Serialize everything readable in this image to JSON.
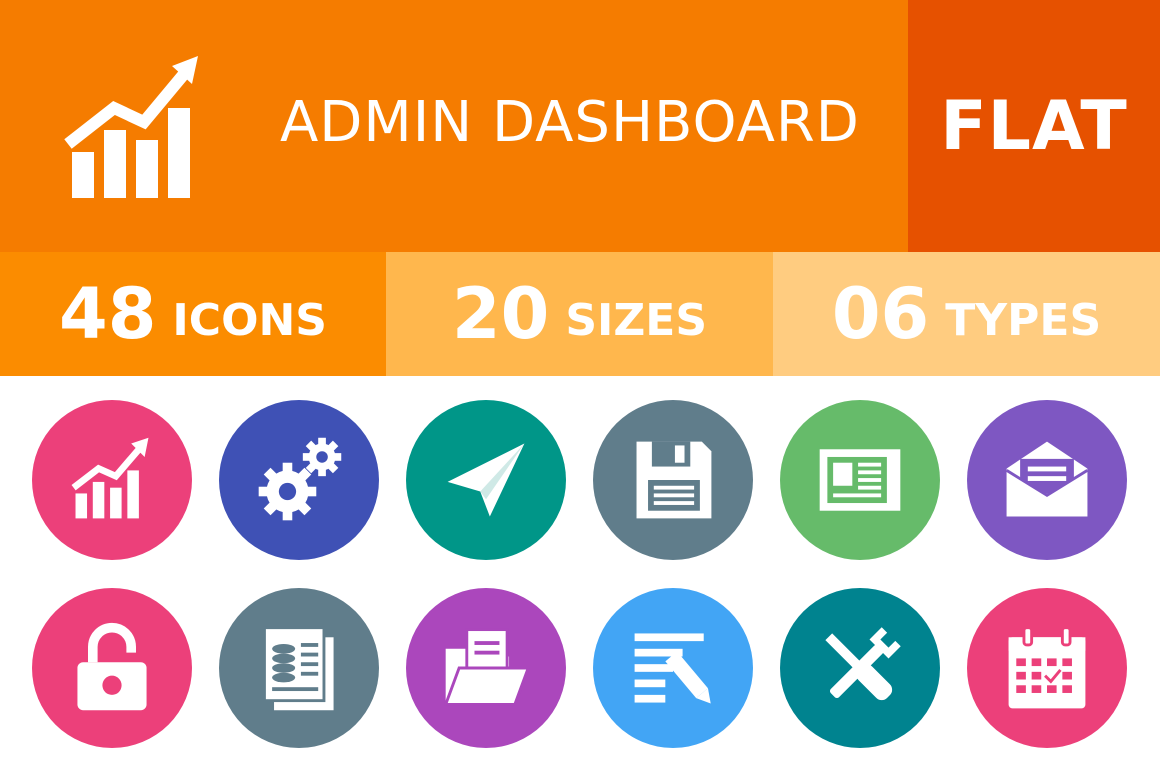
{
  "header": {
    "title": "ADMIN DASHBOARD",
    "style_label": "FLAT"
  },
  "stats": [
    {
      "number": "48",
      "label": "ICONS"
    },
    {
      "number": "20",
      "label": "SIZES"
    },
    {
      "number": "06",
      "label": "TYPES"
    }
  ],
  "colors": {
    "header_bg": "#f57c00",
    "flat_bg": "#e65100",
    "stat1_bg": "#fb8c00",
    "stat2_bg": "#ffb74d",
    "stat3_bg": "#ffcc80"
  },
  "icons": [
    {
      "name": "bar-chart-up-icon",
      "color": "#ec407a"
    },
    {
      "name": "gears-icon",
      "color": "#3f51b5"
    },
    {
      "name": "paper-plane-icon",
      "color": "#009688"
    },
    {
      "name": "floppy-disk-icon",
      "color": "#607d8b"
    },
    {
      "name": "newspaper-icon",
      "color": "#66bb6a"
    },
    {
      "name": "open-envelope-icon",
      "color": "#7e57c2"
    },
    {
      "name": "unlocked-padlock-icon",
      "color": "#ec407a"
    },
    {
      "name": "money-document-icon",
      "color": "#607d8b"
    },
    {
      "name": "open-folder-icon",
      "color": "#ab47bc"
    },
    {
      "name": "edit-document-icon",
      "color": "#42a5f5"
    },
    {
      "name": "tools-icon",
      "color": "#00838f"
    },
    {
      "name": "calendar-icon",
      "color": "#ec407a"
    }
  ]
}
